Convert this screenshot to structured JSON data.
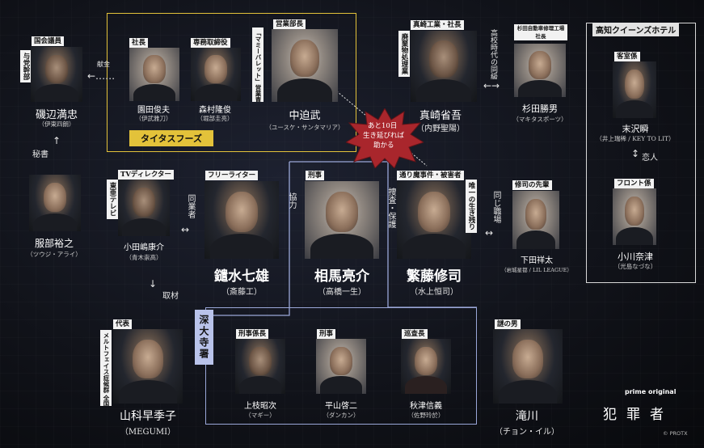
{
  "groups": {
    "titas": "タイタスフーズ",
    "fukadaiji": "深大寺署",
    "hotel": "高知クイーンズホテル"
  },
  "people": {
    "isobe": {
      "role": "国会議員",
      "role2": "与党幹部",
      "name": "磯辺満忠",
      "actor": "（伊東四朗）"
    },
    "sonoda": {
      "role": "社長",
      "name": "園田俊夫",
      "actor": "（伊武雅刀）"
    },
    "morimura": {
      "role": "専務取締役",
      "name": "森村隆俊",
      "actor": "（堀部圭亮）"
    },
    "nakasako": {
      "role": "営業部長",
      "role2": "「マミーバレット」営業責任者",
      "name": "中迫武",
      "actor": "（ユースケ・サンタマリア）"
    },
    "masaki": {
      "role": "真崎工業・社長",
      "role2": "廃棄物処理業",
      "name": "真崎省吾",
      "actor": "（内野聖陽）"
    },
    "sugita": {
      "role": "杉田自動車修理工場 社長",
      "name": "杉田勝男",
      "actor": "（マキタスポーツ）"
    },
    "suezawa": {
      "role": "客室係",
      "name": "末沢瞬",
      "actor": "（井上瑞稀 / KEY TO LIT）"
    },
    "ogawa": {
      "role": "フロント係",
      "name": "小川奈津",
      "actor": "（光島なづな）"
    },
    "hattori": {
      "name": "服部裕之",
      "actor": "（ツウジ・アライ）"
    },
    "kodahashima": {
      "role": "TVディレクター",
      "role2": "東亜テレビ",
      "name": "小田嶋康介",
      "actor": "（青木崇高）"
    },
    "kagimizu": {
      "role": "フリーライター",
      "name": "鑓水七雄",
      "actor": "（斎藤工）"
    },
    "aima": {
      "role": "刑事",
      "name": "相馬亮介",
      "actor": "（高橋一生）"
    },
    "shigefuji": {
      "role": "通り魔事件・被害者",
      "role2": "唯一の生き残り",
      "name": "繁藤修司",
      "actor": "（水上恒司）"
    },
    "shimoda": {
      "role": "修司の先輩",
      "name": "下田祥太",
      "actor": "（岩城星都 / LIL LEAGUE）"
    },
    "yamashina": {
      "role": "代表",
      "role2": "メルトフェイス症候群 全国連絡会",
      "name": "山科早季子",
      "actor": "（MEGUMI）"
    },
    "uesugi": {
      "role": "刑事係長",
      "name": "上枝昭次",
      "actor": "（マギー）"
    },
    "hirayama": {
      "role": "刑事",
      "name": "平山啓二",
      "actor": "（ダンカン）"
    },
    "akii": {
      "role": "巡査長",
      "name": "秋津信義",
      "actor": "（佐野玲於）"
    },
    "takigawa": {
      "role": "謎の男",
      "name": "滝川",
      "actor": "（チョン・イル）"
    }
  },
  "relations": {
    "kenkin": "献金",
    "hisho": "秘書",
    "doukyusei": "高校時代の同級生",
    "gyousha": "同業者",
    "kyouryoku": "協力",
    "sousa": "捜査・保護",
    "onaji": "同じ職場",
    "koibito": "恋人",
    "shuzai": "取材"
  },
  "burst": {
    "line1": "あと10日",
    "line2": "生き延びれば",
    "line3": "助かる"
  },
  "branding": {
    "prime": "prime original",
    "title": "犯罪者",
    "copyright": "© PROTX"
  }
}
